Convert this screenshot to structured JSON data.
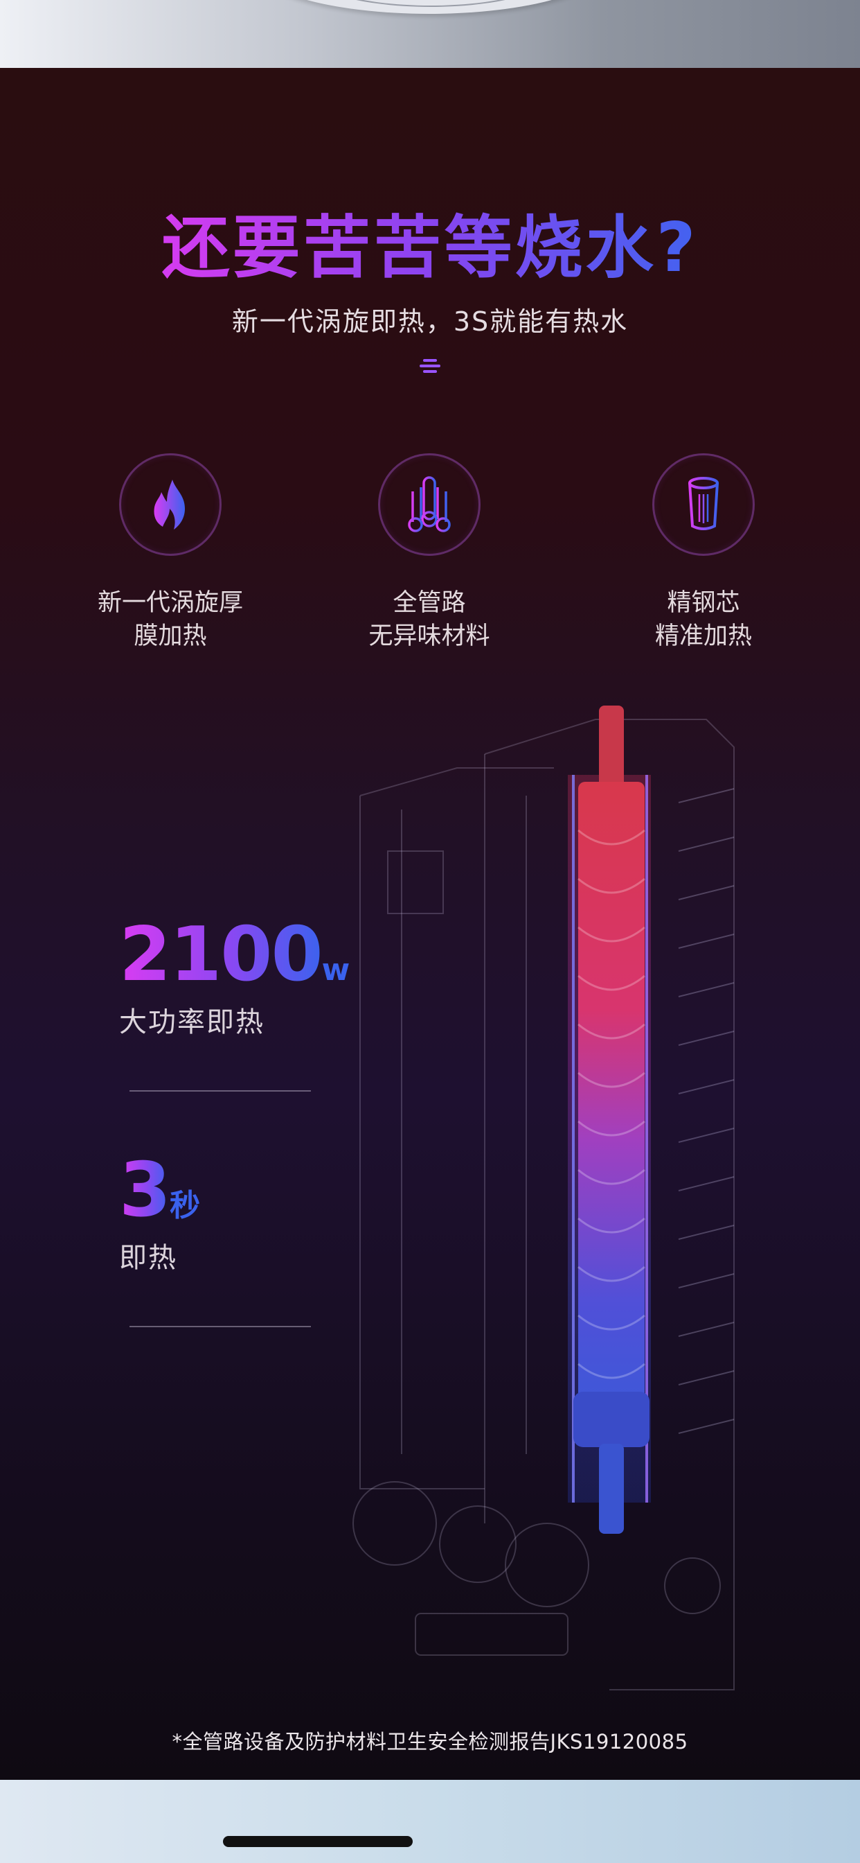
{
  "headline": "还要苦苦等烧水?",
  "subheadline": "新一代涡旋即热，3S就能有热水",
  "features": [
    {
      "icon": "flame-icon",
      "line1": "新一代涡旋厚",
      "line2": "膜加热"
    },
    {
      "icon": "pipes-icon",
      "line1": "全管路",
      "line2": "无异味材料"
    },
    {
      "icon": "steel-core-icon",
      "line1": "精钢芯",
      "line2": "精准加热"
    }
  ],
  "stats": [
    {
      "value": "2100",
      "unit": "w",
      "label": "大功率即热"
    },
    {
      "value": "3",
      "unit": "秒",
      "label": "即热"
    }
  ],
  "footnote": "*全管路设备及防护材料卫生安全检测报告JKS19120085",
  "colors": {
    "gradient_start": "#d93cf2",
    "gradient_mid": "#8a48f2",
    "gradient_end": "#3a62ee",
    "background": "#2a0d12",
    "text": "#e4dade"
  }
}
